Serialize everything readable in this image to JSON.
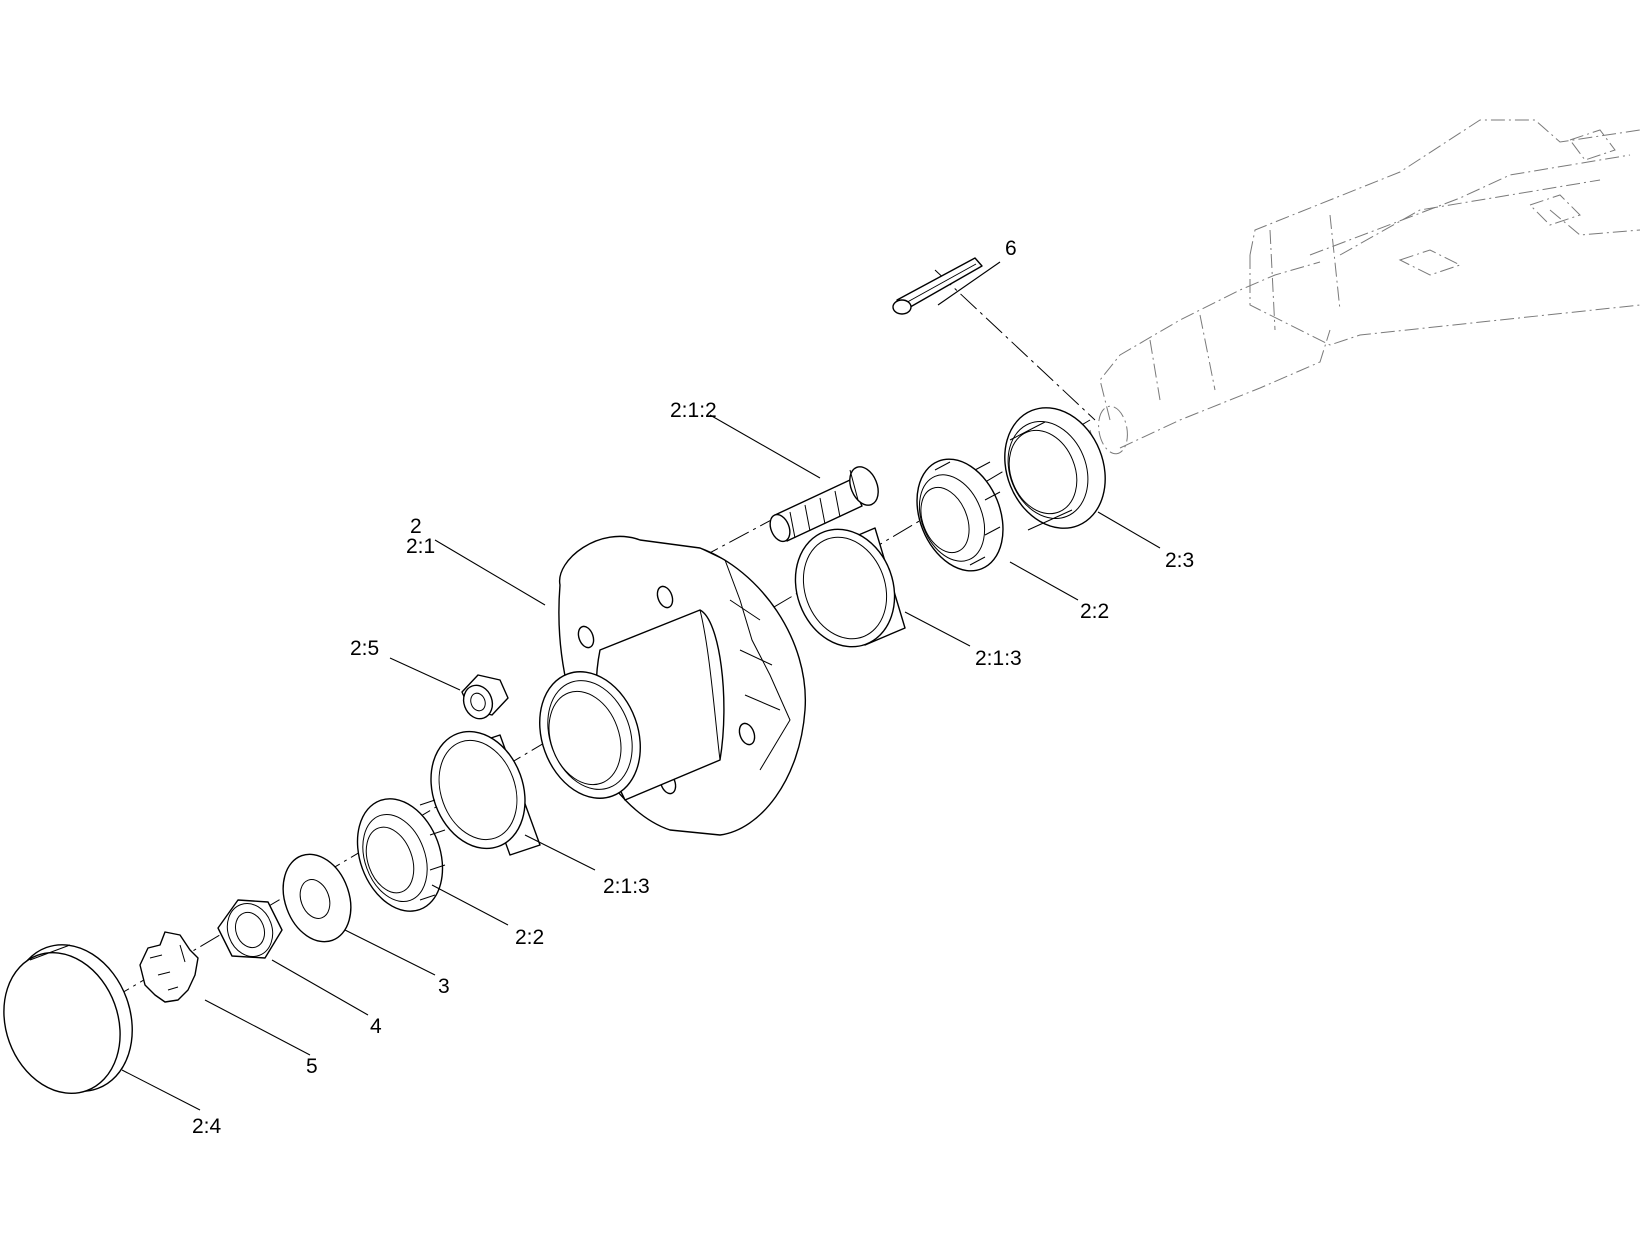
{
  "diagram": {
    "callouts": {
      "c6": "6",
      "c2_1_2": "2:1:2",
      "c2": "2",
      "c2_1": "2:1",
      "c2_3": "2:3",
      "c2_2_upper": "2:2",
      "c2_1_3_upper": "2:1:3",
      "c2_5": "2:5",
      "c2_1_3_lower": "2:1:3",
      "c2_2_lower": "2:2",
      "c3": "3",
      "c4": "4",
      "c5": "5",
      "c2_4": "2:4"
    }
  }
}
